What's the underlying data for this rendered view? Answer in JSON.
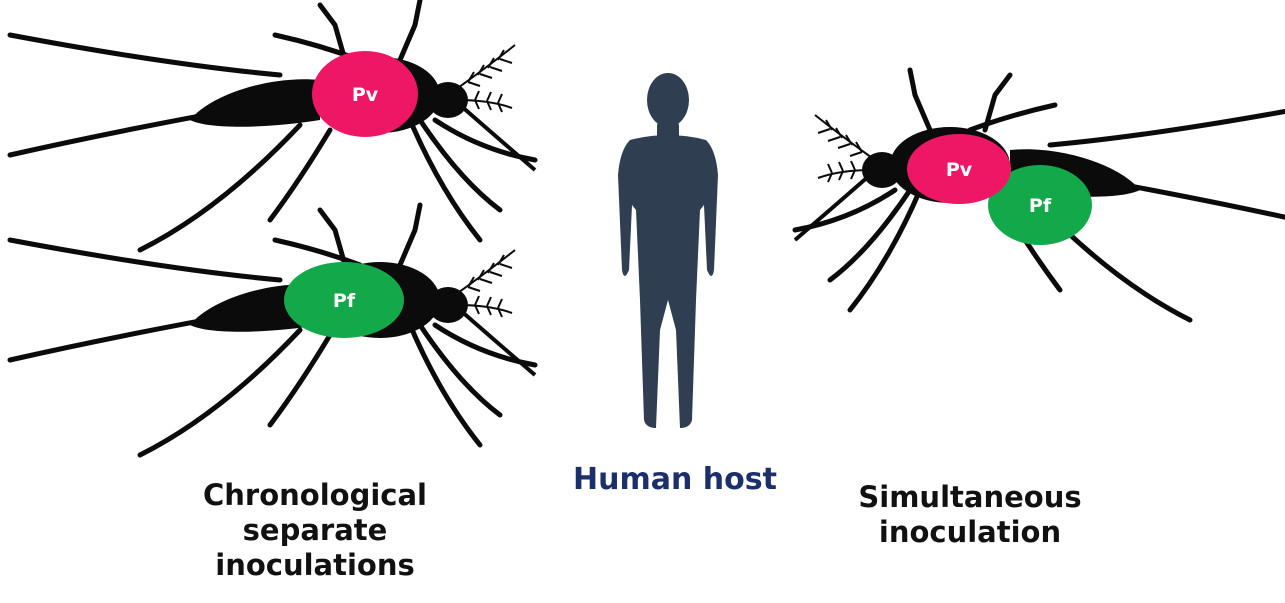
{
  "labels": {
    "left_caption": [
      "Chronological",
      "separate",
      "inoculations"
    ],
    "center_caption": "Human host",
    "right_caption": [
      "Simultaneous",
      "inoculation"
    ]
  },
  "parasites": {
    "pv": {
      "label": "Pv",
      "color": "#ee1766"
    },
    "pf": {
      "label": "Pf",
      "color": "#13a94b"
    }
  },
  "colors": {
    "mosquito": "#0b0b0b",
    "human": "#2f3e50",
    "center_caption": "#1b2f6b"
  },
  "icons": [
    "mosquito-silhouette-icon",
    "human-silhouette-icon"
  ]
}
